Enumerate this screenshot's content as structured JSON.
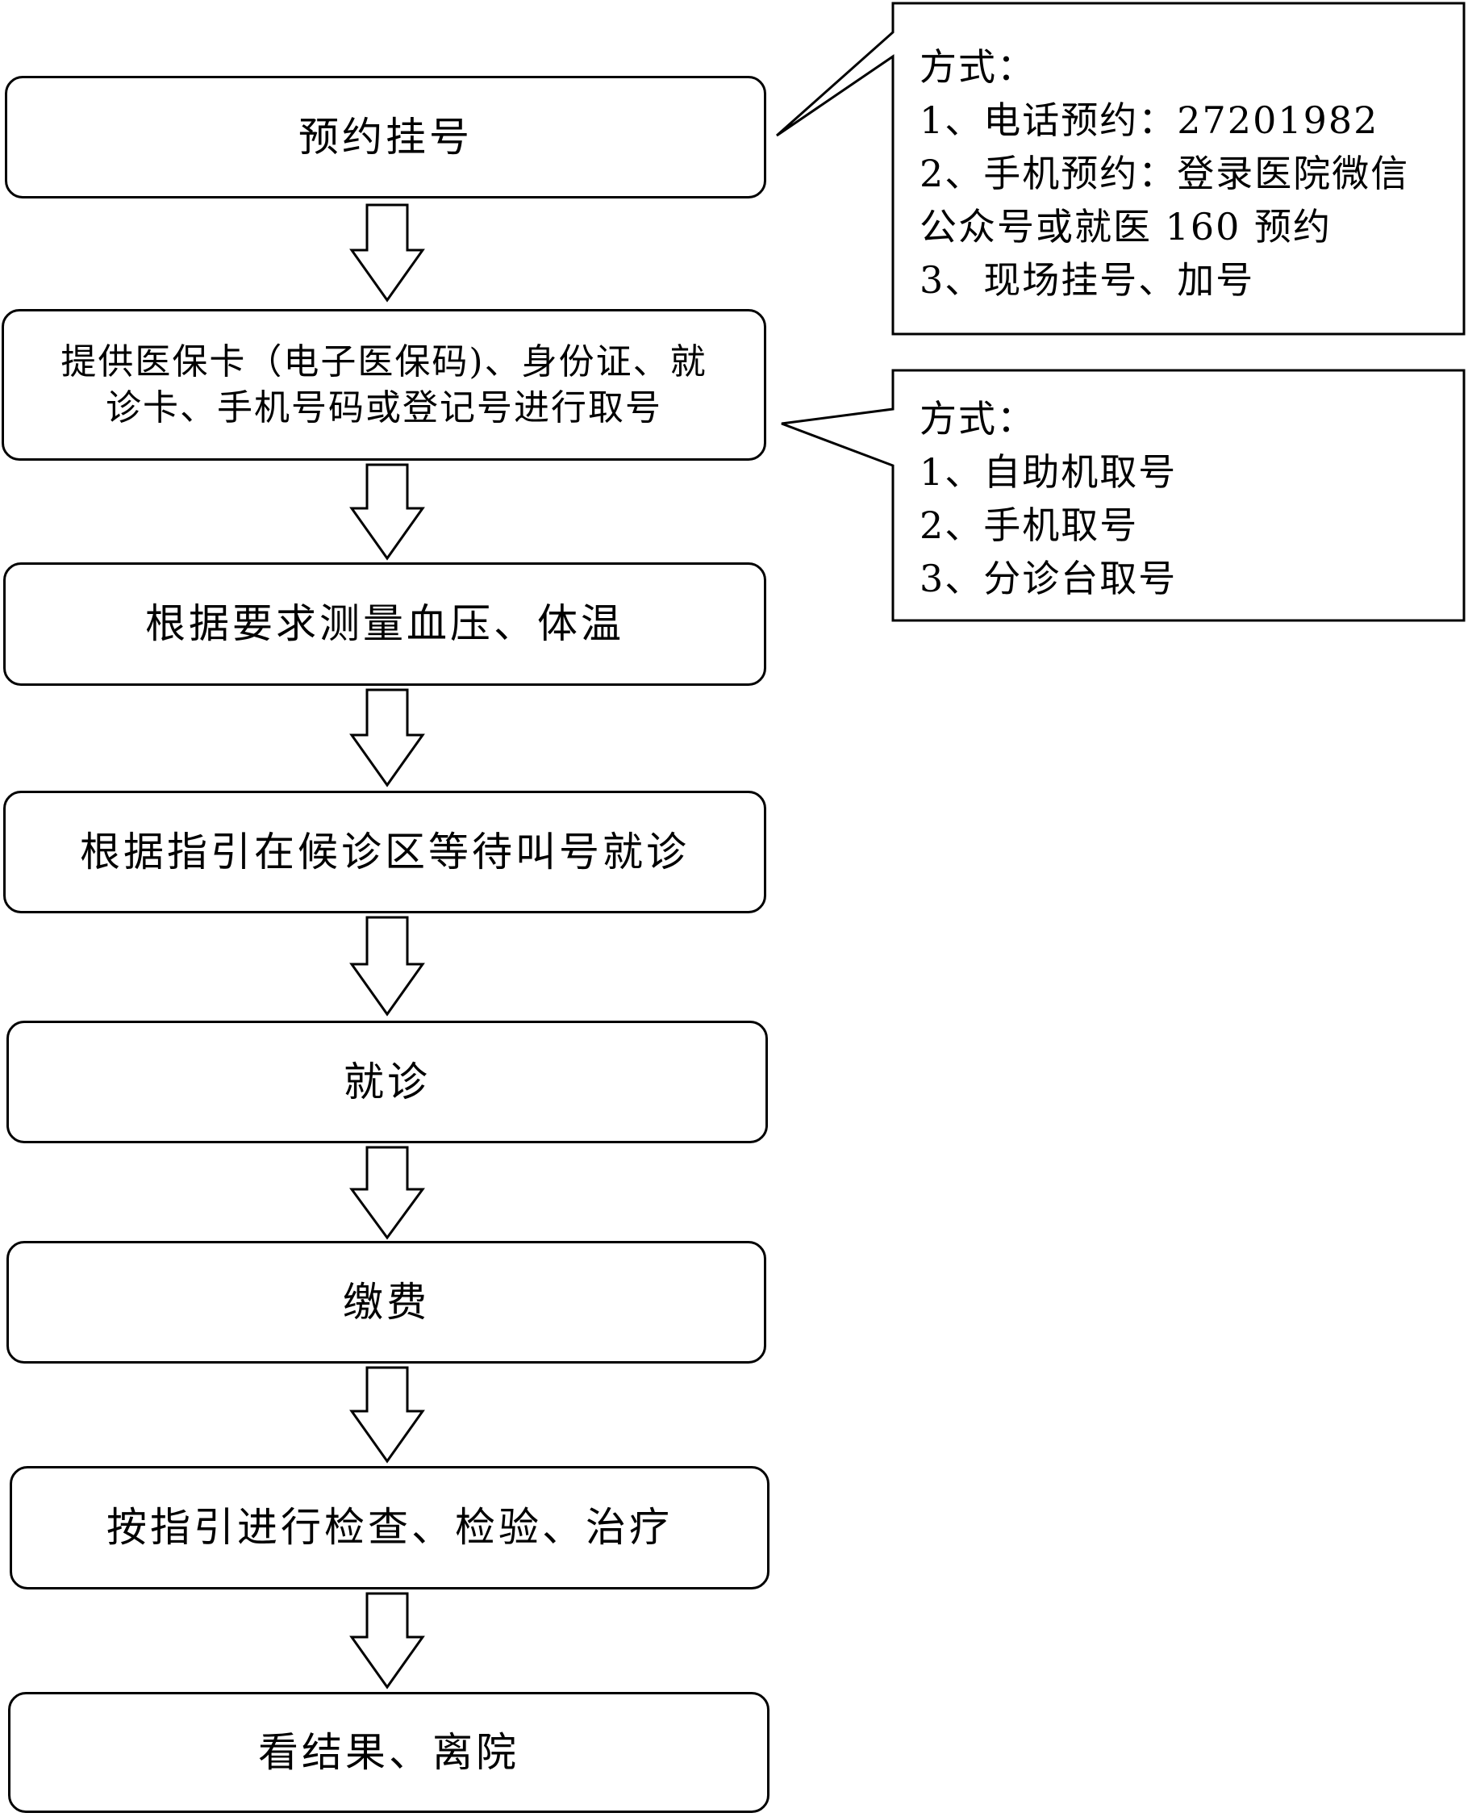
{
  "steps": [
    "预约挂号",
    "提供医保卡（电子医保码)、身份证、就\n诊卡、手机号码或登记号进行取号",
    "根据要求测量血压、体温",
    "根据指引在候诊区等待叫号就诊",
    "就诊",
    "缴费",
    "按指引进行检查、检验、治疗",
    "看结果、离院"
  ],
  "notes": [
    {
      "title": "方式：",
      "lines": [
        "1、电话预约：27201982",
        "2、手机预约：登录医院微信",
        "公众号或就医 160 预约",
        "3、现场挂号、加号"
      ]
    },
    {
      "title": "方式：",
      "lines": [
        "1、自助机取号",
        "2、手机取号",
        "3、分诊台取号"
      ]
    }
  ]
}
